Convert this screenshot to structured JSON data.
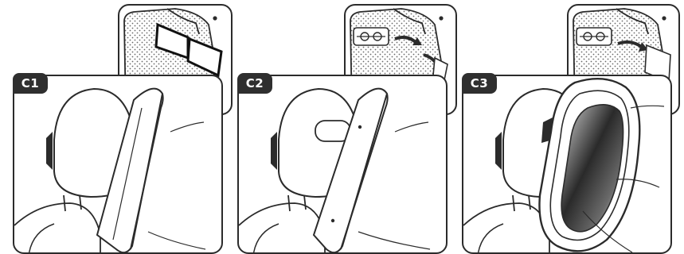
{
  "steps": [
    {
      "label": "C1",
      "icon": "mirror-folding-insert-icon"
    },
    {
      "label": "C2",
      "icon": "mirror-clip-insert-icon"
    },
    {
      "label": "C3",
      "icon": "mirror-attached-icon"
    }
  ],
  "colors": {
    "line": "#2b2b2b",
    "badge": "#2f2f2f",
    "dots": "#6a6a6a"
  }
}
